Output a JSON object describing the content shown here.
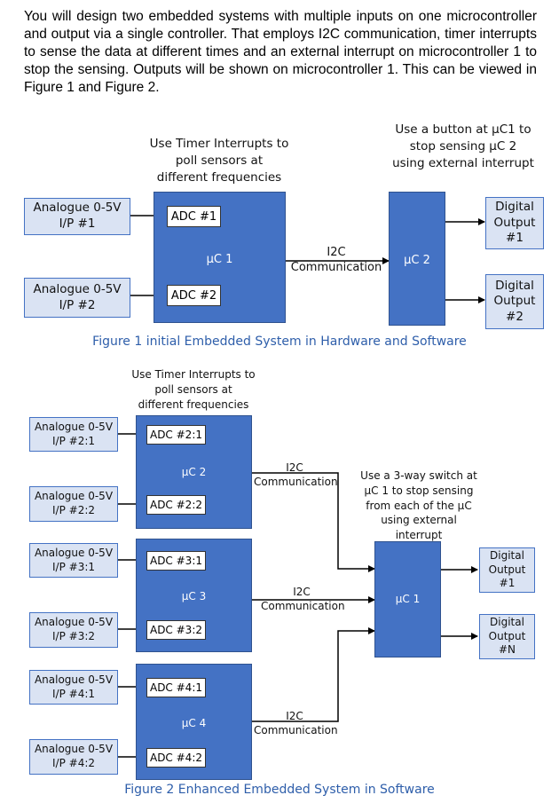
{
  "intro": "You will design two embedded systems with multiple inputs on one microcontroller and output via a single controller.  That employs I2C communication, timer interrupts to sense the data at different times and an external interrupt on microcontroller 1 to stop the sensing.  Outputs will be shown on microcontroller 1.  This can be viewed in Figure 1 and Figure 2.",
  "fig1": {
    "timer_note": "Use Timer Interrupts to poll sensors at different frequencies",
    "button_note": "Use a button at µC1 to stop sensing µC 2 using external interrupt",
    "input1": "Analogue 0-5V I/P #1",
    "input2": "Analogue 0-5V I/P #2",
    "adc1": "ADC #1",
    "adc2": "ADC #2",
    "uc1": "µC 1",
    "uc2": "µC 2",
    "link": "I2C Communication",
    "output1": "Digital Output #1",
    "output2": "Digital Output #2",
    "caption": "Figure 1 initial Embedded System in Hardware and Software"
  },
  "fig2": {
    "timer_note": "Use Timer Interrupts to poll sensors at different frequencies",
    "switch_note": "Use a 3-way switch at µC 1 to stop sensing from each of the µC using external interrupt",
    "inputs": [
      "Analogue 0-5V I/P #2:1",
      "Analogue 0-5V I/P #2:2",
      "Analogue 0-5V I/P #3:1",
      "Analogue 0-5V I/P #3:2",
      "Analogue 0-5V I/P #4:1",
      "Analogue 0-5V I/P #4:2"
    ],
    "adcs": [
      "ADC #2:1",
      "ADC #2:2",
      "ADC #3:1",
      "ADC #3:2",
      "ADC #4:1",
      "ADC #4:2"
    ],
    "uc2": "µC 2",
    "uc3": "µC 3",
    "uc4": "µC 4",
    "uc1": "µC 1",
    "link2": "I2C Communication",
    "link3": "I2C Communication",
    "link4": "I2C Communication",
    "output1": "Digital Output #1",
    "outputN": "Digital Output #N",
    "caption": "Figure 2 Enhanced Embedded System in Software"
  },
  "colors": {
    "input_fill": "#dae3f3",
    "input_border": "#4472c4",
    "uc_fill": "#4472c4",
    "caption": "#2e5eaa"
  }
}
